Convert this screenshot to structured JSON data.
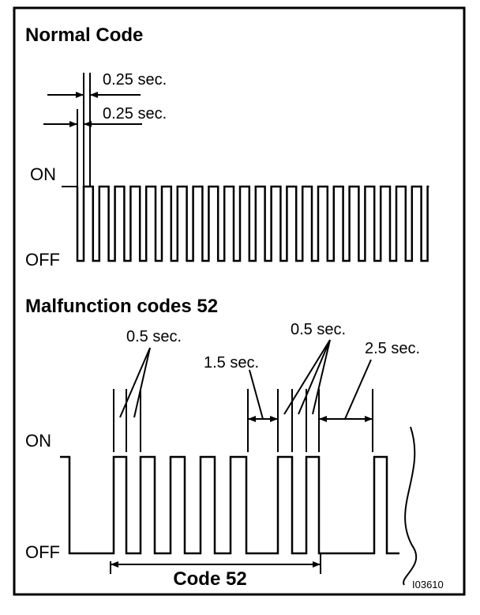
{
  "normal": {
    "title": "Normal Code",
    "interval_top": "0.25 sec.",
    "interval_bottom": "0.25 sec.",
    "on_label": "ON",
    "off_label": "OFF"
  },
  "malfunction": {
    "title": "Malfunction codes 52",
    "short_interval": "0.5 sec.",
    "group_pause": "1.5 sec.",
    "short_interval_2": "0.5 sec.",
    "repeat_pause": "2.5 sec.",
    "on_label": "ON",
    "off_label": "OFF",
    "code_label": "Code 52"
  },
  "figure_id": "I03610"
}
